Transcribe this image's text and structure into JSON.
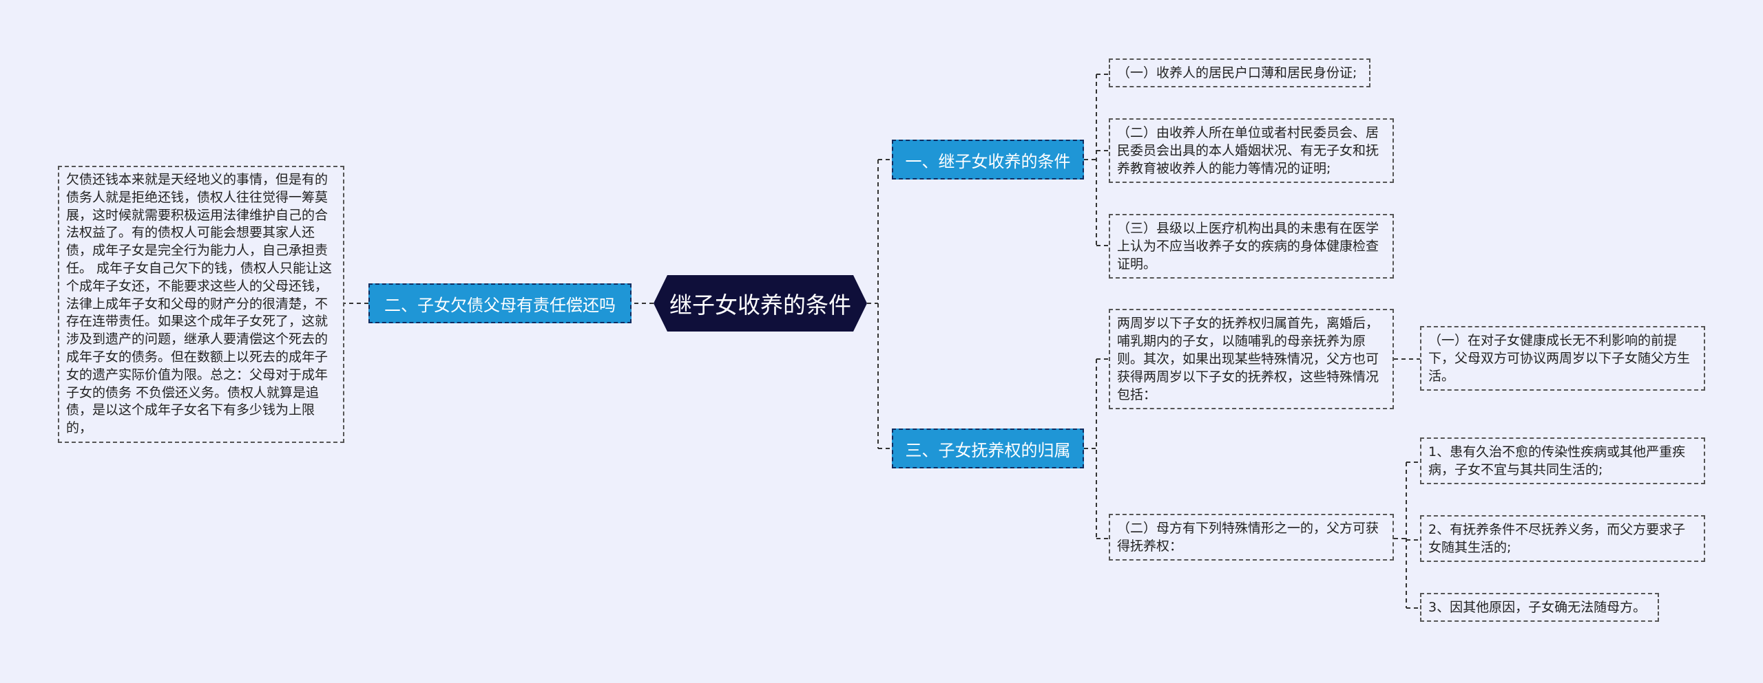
{
  "root": "继子女收养的条件",
  "branches": {
    "b1": "一、继子女收养的条件",
    "b2": "二、子女欠债父母有责任偿还吗",
    "b3": "三、子女抚养权的归属"
  },
  "b1_items": [
    "（一）收养人的居民户口薄和居民身份证;",
    "（二）由收养人所在单位或者村民委员会、居民委员会出具的本人婚姻状况、有无子女和抚养教育被收养人的能力等情况的证明;",
    "（三）县级以上医疗机构出具的未患有在医学上认为不应当收养子女的疾病的身体健康检查证明。"
  ],
  "b2_text": "欠债还钱本来就是天经地义的事情，但是有的债务人就是拒绝还钱，债权人往往觉得一筹莫展，这时候就需要积极运用法律维护自己的合法权益了。有的债权人可能会想要其家人还债，成年子女是完全行为能力人，自己承担责任。 成年子女自己欠下的钱，债权人只能让这个成年子女还，不能要求这些人的父母还钱，法律上成年子女和父母的财产分的很清楚，不存在连带责任。如果这个成年子女死了，这就涉及到遗产的问题，继承人要清偿这个死去的成年子女的债务。但在数额上以死去的成年子女的遗产实际价值为限。总之：父母对于成年子女的债务 不负偿还义务。债权人就算是追债，是以这个成年子女名下有多少钱为上限的，",
  "b3_items": {
    "i1": "两周岁以下子女的抚养权归属首先，离婚后，哺乳期内的子女，以随哺乳的母亲抚养为原则。其次，如果出现某些特殊情况，父方也可获得两周岁以下子女的抚养权，这些特殊情况包括：",
    "i1_sub": "（一）在对子女健康成长无不利影响的前提下，父母双方可协议两周岁以下子女随父方生活。",
    "i2": "（二）母方有下列特殊情形之一的，父方可获得抚养权：",
    "i2_subs": [
      "1、患有久治不愈的传染性疾病或其他严重疾病，子女不宜与其共同生活的;",
      "2、有抚养条件不尽抚养义务，而父方要求子女随其生活的;",
      "3、因其他原因，子女确无法随母方。"
    ]
  },
  "colors": {
    "background": "#eef0fc",
    "root": "#0f0f3a",
    "branch": "#1f96d6",
    "connector": "#333333"
  }
}
